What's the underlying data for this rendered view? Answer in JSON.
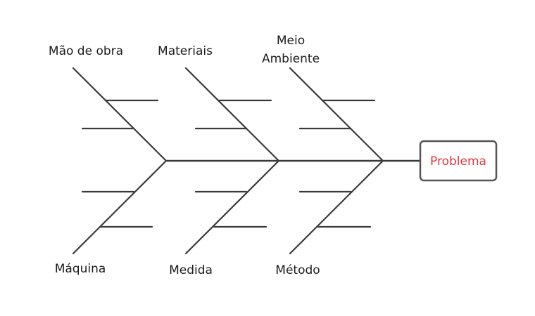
{
  "diagram": {
    "problem": {
      "label": "Problema",
      "color": "#e2333b"
    },
    "categories": {
      "top_1": "Mão de obra",
      "top_2": "Materiais",
      "top_3_line1": "Meio",
      "top_3_line2": "Ambiente",
      "bottom_1": "Máquina",
      "bottom_2": "Medida",
      "bottom_3": "Método"
    },
    "line_color": "#3a3a3a"
  }
}
